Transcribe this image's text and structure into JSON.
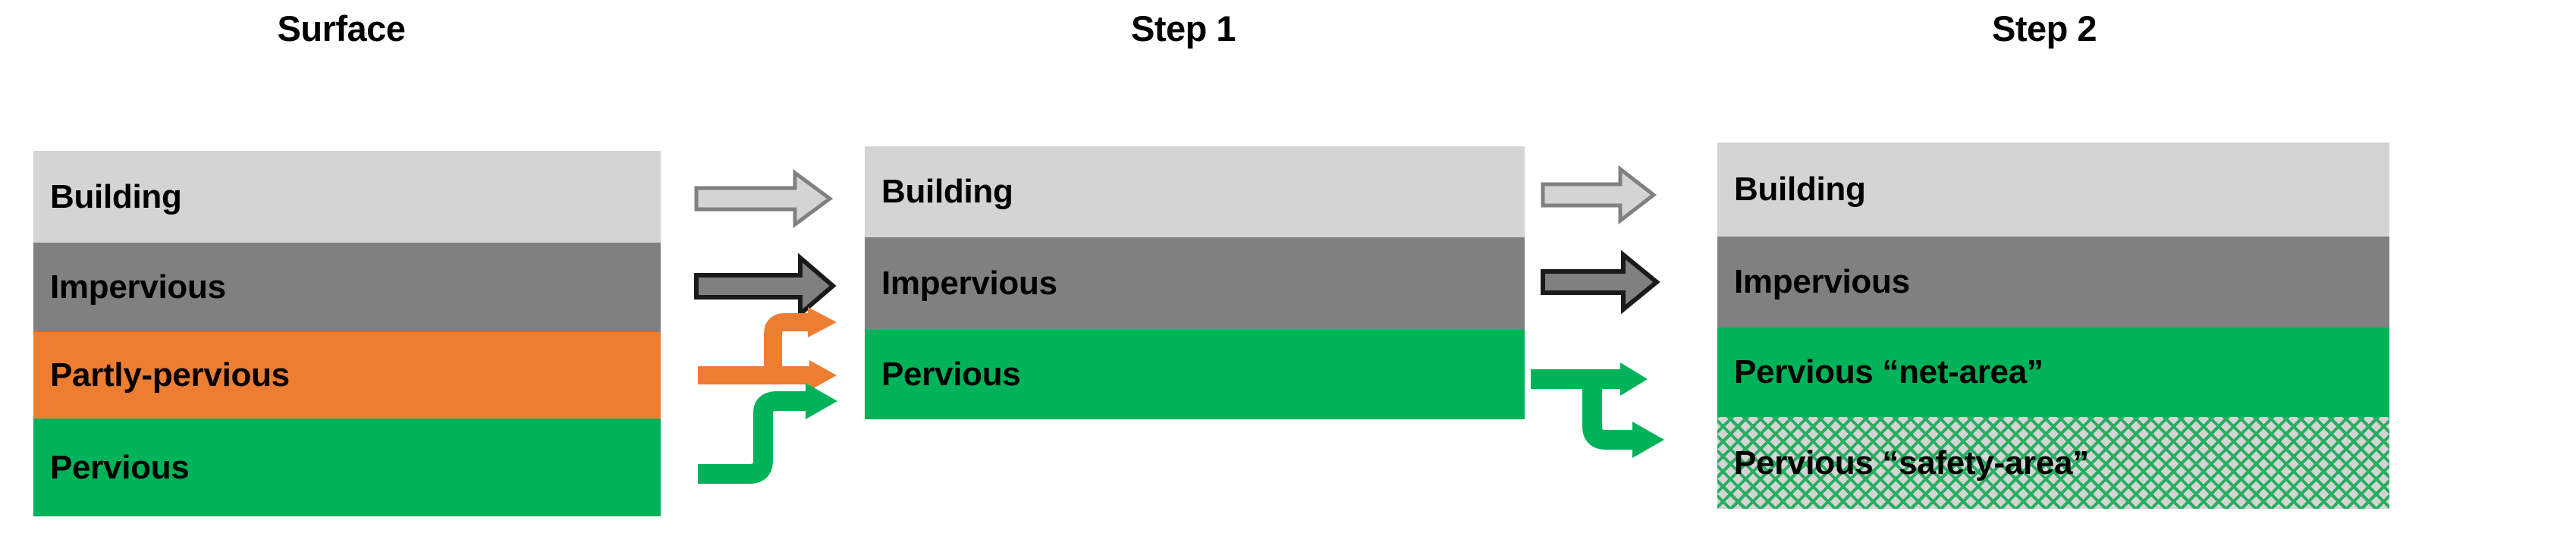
{
  "diagram": {
    "title_row": [
      {
        "id": "surface",
        "label": "Surface"
      },
      {
        "id": "step1",
        "label": "Step 1"
      },
      {
        "id": "step2",
        "label": "Step 2"
      }
    ],
    "colors": {
      "building": "#d4d4d4",
      "impervious": "#808080",
      "partly_pervious": "#ED7D31",
      "pervious": "#00B25A",
      "safety_area_fill": "#d4d4d4",
      "safety_area_hatch": "#27ae60",
      "background": "#ffffff",
      "text": "#000000"
    },
    "columns": [
      {
        "id": "surface",
        "title": "Surface",
        "bands": [
          {
            "id": "building",
            "label": "Building",
            "fill": "building"
          },
          {
            "id": "impervious",
            "label": "Impervious",
            "fill": "impervious"
          },
          {
            "id": "partly-pervious",
            "label": "Partly-pervious",
            "fill": "partly_pervious"
          },
          {
            "id": "pervious",
            "label": "Pervious",
            "fill": "pervious"
          }
        ]
      },
      {
        "id": "step1",
        "title": "Step 1",
        "bands": [
          {
            "id": "building",
            "label": "Building",
            "fill": "building"
          },
          {
            "id": "impervious",
            "label": "Impervious",
            "fill": "impervious"
          },
          {
            "id": "pervious",
            "label": "Pervious",
            "fill": "pervious"
          }
        ]
      },
      {
        "id": "step2",
        "title": "Step 2",
        "bands": [
          {
            "id": "building",
            "label": "Building",
            "fill": "building"
          },
          {
            "id": "impervious",
            "label": "Impervious",
            "fill": "impervious"
          },
          {
            "id": "pervious-net-area",
            "label": "Pervious “net-area”",
            "fill": "pervious"
          },
          {
            "id": "pervious-safety-area",
            "label": "Pervious “safety-area”",
            "fill": "safety_area_hatched"
          }
        ]
      }
    ],
    "connectors": [
      {
        "id": "surface-building-to-step1-building",
        "style": "block-arrow",
        "color": "#d4d4d4",
        "outline": "#808080"
      },
      {
        "id": "surface-impervious-to-step1-impervious",
        "style": "block-arrow",
        "color": "#808080",
        "outline": "#1a1a1a"
      },
      {
        "id": "surface-partly-pervious-split",
        "style": "split-arrow",
        "color": "#ED7D31"
      },
      {
        "id": "surface-pervious-to-step1-pervious",
        "style": "elbow-arrow",
        "color": "#00B25A"
      },
      {
        "id": "step1-building-to-step2-building",
        "style": "block-arrow",
        "color": "#d4d4d4",
        "outline": "#808080"
      },
      {
        "id": "step1-impervious-to-step2-impervious",
        "style": "block-arrow",
        "color": "#808080",
        "outline": "#1a1a1a"
      },
      {
        "id": "step1-pervious-split",
        "style": "split-arrow",
        "color": "#00B25A"
      }
    ]
  }
}
